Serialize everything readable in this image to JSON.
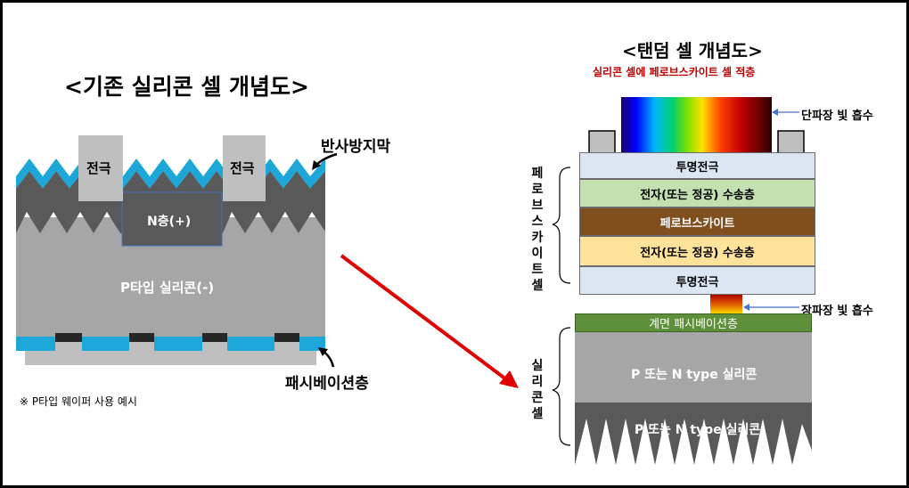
{
  "left": {
    "title": "<기존 실리콘 셀 개념도>",
    "electrode_label": "전극",
    "n_layer": "N층(+)",
    "p_type": "P타입 실리콘(-)",
    "ar_coating": "반사방지막",
    "passivation": "패시베이션층",
    "note": "※ P타입 웨이퍼 사용 예시"
  },
  "right": {
    "title": "<탠덤 셀 개념도>",
    "subtitle": "실리콘 셀에 페로브스카이트 셀 적층",
    "short_wave": "단파장 빛 흡수",
    "long_wave": "장파장 빛 흡수",
    "perovskite_cell_label": "페로브스카이트셀",
    "silicon_cell_label": "실리콘셀",
    "layers": {
      "tco_top": "투명전극",
      "transport_top": "전자(또는 정공) 수송층",
      "perovskite": "페로브스카이트",
      "transport_bottom": "전자(또는 정공) 수송층",
      "tco_bottom": "투명전극",
      "interface_passivation": "계면 패시베이션층",
      "silicon_1": "P 또는 N type 실리콘",
      "silicon_2": "P 또는 N type 실리콘"
    }
  },
  "colors": {
    "ar_blue": "#1ca7d8",
    "dark_gray": "#595959",
    "mid_gray": "#a6a6a6",
    "electrode": "#bfbfbf",
    "tco": "#dce6f2",
    "transport_green": "#c3e0b0",
    "perovskite_brown": "#7f4f1e",
    "transport_yellow": "#ffe39a",
    "passivation_green": "#5e8f3a",
    "arrow_red": "#e00000"
  }
}
